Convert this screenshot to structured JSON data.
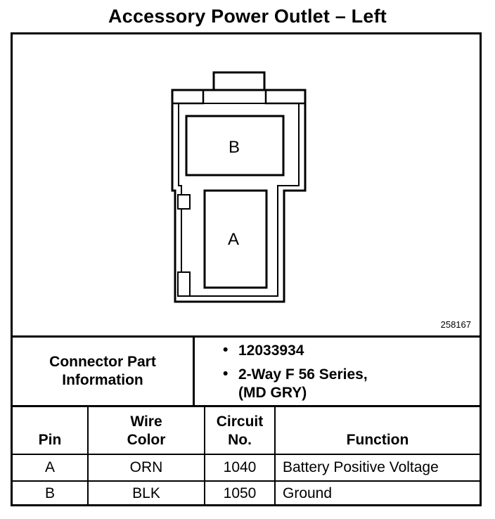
{
  "title": "Accessory Power Outlet – Left",
  "figure_id": "258167",
  "connector_pins": {
    "b": "B",
    "a": "A"
  },
  "connector_info": {
    "label_line1": "Connector Part",
    "label_line2": "Information",
    "bullets": [
      {
        "bullet": "•",
        "text": "12033934"
      },
      {
        "bullet": "•",
        "text": "2-Way F 56 Series,"
      },
      {
        "bullet": "",
        "text": "(MD GRY)"
      }
    ]
  },
  "table": {
    "headers": {
      "pin": "Pin",
      "wire_color_1": "Wire",
      "wire_color_2": "Color",
      "circuit_1": "Circuit",
      "circuit_2": "No.",
      "function": "Function"
    },
    "rows": [
      {
        "pin": "A",
        "wire_color": "ORN",
        "circuit": "1040",
        "function": "Battery Positive Voltage"
      },
      {
        "pin": "B",
        "wire_color": "BLK",
        "circuit": "1050",
        "function": "Ground"
      }
    ]
  }
}
